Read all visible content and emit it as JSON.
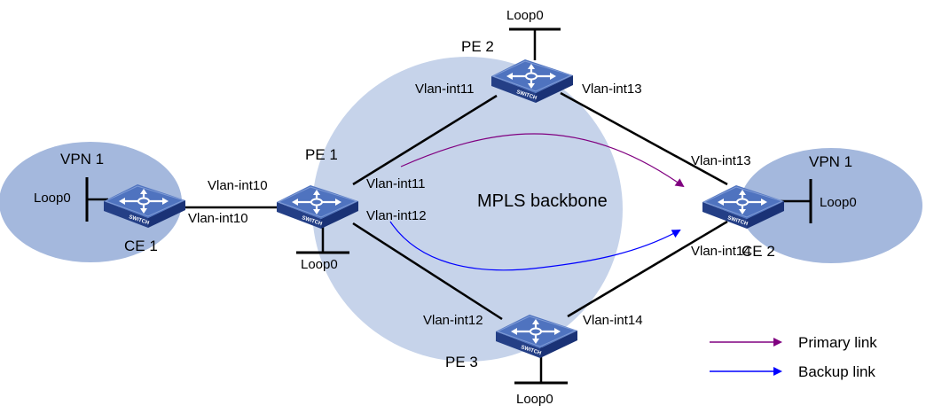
{
  "regions": {
    "vpn_left": "VPN 1",
    "vpn_right": "VPN 1",
    "backbone": "MPLS backbone"
  },
  "devices": {
    "pe1": {
      "name": "PE 1",
      "loop": "Loop0"
    },
    "pe2": {
      "name": "PE 2",
      "loop": "Loop0"
    },
    "pe3": {
      "name": "PE 3",
      "loop": "Loop0"
    },
    "ce1": {
      "name": "CE 1",
      "loop": "Loop0"
    },
    "ce2": {
      "name": "CE 2",
      "loop": "Loop0"
    }
  },
  "switch_badge": "SWITCH",
  "interfaces": {
    "ce1_to_pe1": "Vlan-int10",
    "pe1_to_ce1": "Vlan-int10",
    "pe1_to_pe2": "Vlan-int11",
    "pe2_to_pe1": "Vlan-int11",
    "pe1_to_pe3": "Vlan-int12",
    "pe3_to_pe1": "Vlan-int12",
    "pe2_to_ce2": "Vlan-int13",
    "ce2_to_pe2": "Vlan-int13",
    "pe3_to_ce2": "Vlan-int14",
    "ce2_to_pe3": "Vlan-int14"
  },
  "legend": {
    "primary": {
      "label": "Primary link",
      "color": "#800080"
    },
    "backup": {
      "label": "Backup link",
      "color": "#0000ff"
    }
  },
  "colors": {
    "vpn_cloud": "#a4b8dd",
    "backbone_cloud": "#c6d3ea",
    "switch_top": "#4f73bf",
    "switch_side": "#243f86",
    "link": "#000000"
  }
}
